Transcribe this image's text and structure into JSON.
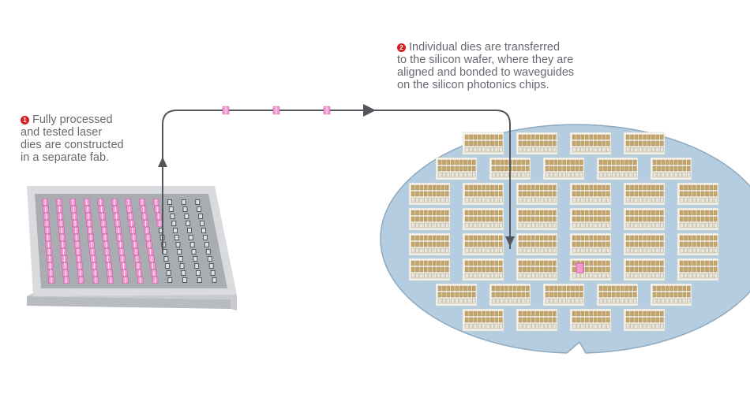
{
  "colors": {
    "laser_die": "#f19ad2",
    "laser_die_edge": "#d84ea6",
    "silicon_wafer": "#b5cde0",
    "silicon_wafer_edge": "#8fa8bd",
    "source_wafer_frame": "#d9dbde",
    "source_wafer_floor": "#a9adb2",
    "gold_pad": "#c7a668",
    "transfer_path": "#52565c",
    "step_badge": "#d62020",
    "caption_text": "#666a70"
  },
  "source_wafer": {
    "columns": 12,
    "rows": 12,
    "filled_rows_per_column": [
      12,
      12,
      12,
      12,
      12,
      12,
      12,
      12,
      4,
      0,
      0,
      0
    ]
  },
  "target_wafer": {
    "chip_grid_rows": [
      4,
      5,
      6,
      6,
      6,
      6,
      5,
      4
    ],
    "bonded_site": {
      "row": 5,
      "col": 3
    }
  },
  "transfer_path": {
    "in_transit_dies": 3,
    "arrowheads": [
      "arrow-up-icon",
      "arrow-right-icon",
      "arrow-down-icon"
    ]
  },
  "step1": {
    "number": "1",
    "lines": [
      "Fully processed",
      "and tested laser",
      "dies are constructed",
      "in a separate fab."
    ]
  },
  "step2": {
    "number": "2",
    "lines": [
      "Individual dies are transferred",
      "to the silicon wafer, where they are",
      "aligned and bonded to waveguides",
      "on the silicon photonics chips."
    ]
  }
}
